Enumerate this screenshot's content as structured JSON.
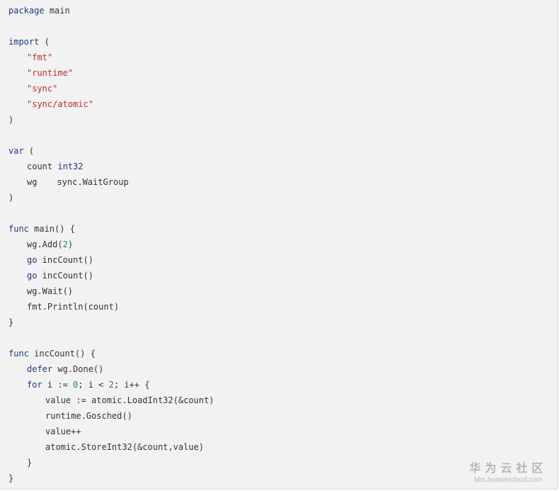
{
  "code": {
    "package_kw": "package",
    "package_name": " main",
    "import_kw": "import",
    "import_open": " (",
    "imports": [
      "\"fmt\"",
      "\"runtime\"",
      "\"sync\"",
      "\"sync/atomic\""
    ],
    "close_paren": ")",
    "var_kw": "var",
    "var_open": " (",
    "var_count_name": "count ",
    "var_count_type": "int32",
    "var_wg_name": "wg",
    "var_wg_type": "sync.WaitGroup",
    "main_func_kw": "func",
    "main_func_sig": " main() {",
    "main_add_prefix": "wg.Add(",
    "main_add_num": "2",
    "main_add_suffix": ")",
    "go_kw": "go",
    "go_call": " incCount()",
    "main_wait": "wg.Wait()",
    "main_print": "fmt.Println(count)",
    "close_brace": "}",
    "inc_func_kw": "func",
    "inc_func_sig": " incCount() {",
    "defer_kw": "defer",
    "defer_call": " wg.Done()",
    "for_kw": "for",
    "for_head_1": " i := ",
    "for_zero": "0",
    "for_head_2": "; i < ",
    "for_two": "2",
    "for_head_3": "; i++ {",
    "load_line": "value := atomic.LoadInt32(&count)",
    "gosched_line": "runtime.Gosched()",
    "incr_line": "value++",
    "store_line": "atomic.StoreInt32(&count,value)",
    "inner_close": "}",
    "outer_close": "}"
  },
  "watermark": {
    "title": "华为云社区",
    "url": "bbs.huaweicloud.com"
  },
  "colors": {
    "background": "#f2f2f2",
    "text": "#333333",
    "keyword": "#1c3a7a",
    "string": "#c32a2a",
    "number": "#1a8080",
    "watermark": "#b7b7b7"
  }
}
